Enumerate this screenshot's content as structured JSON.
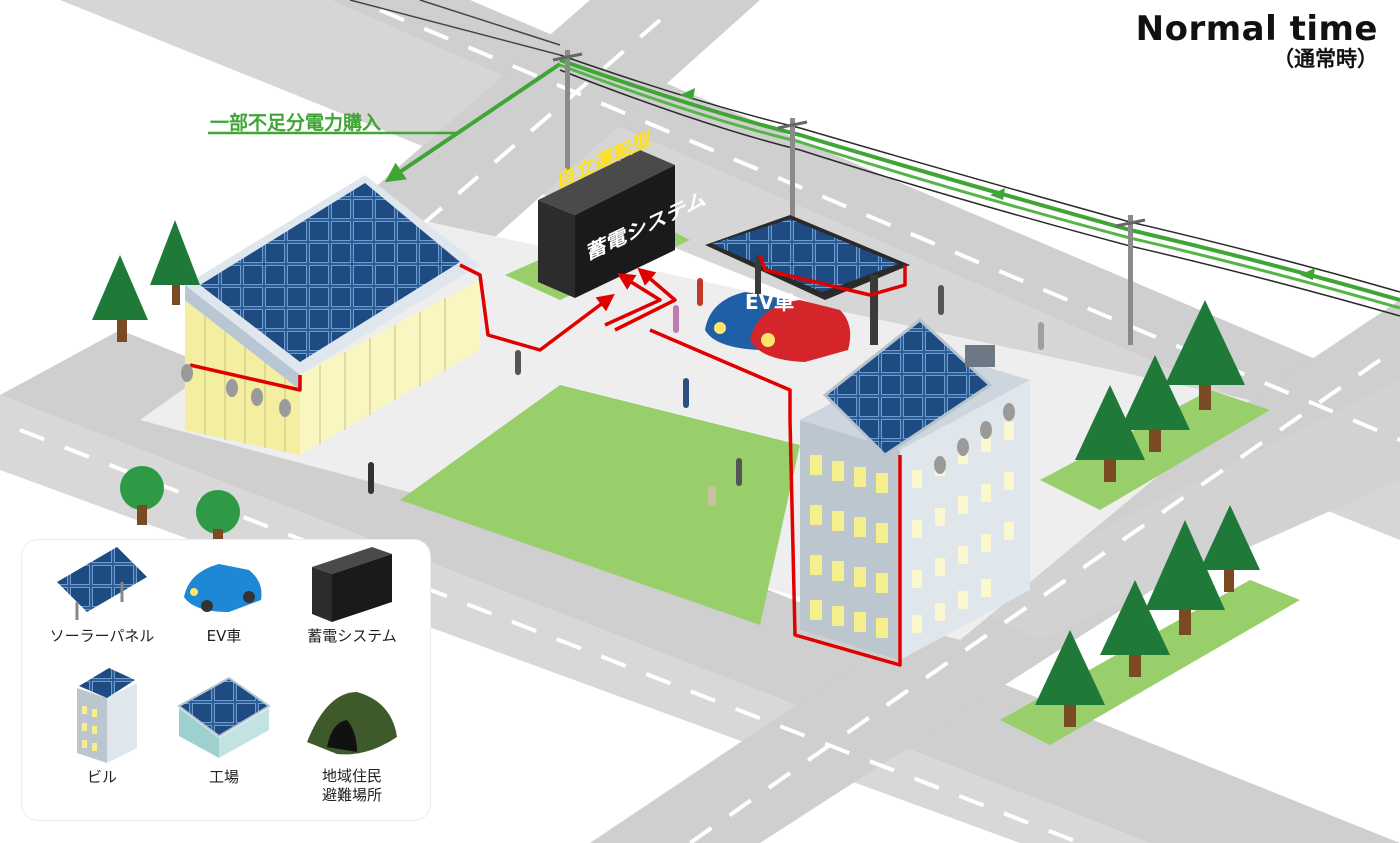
{
  "title": {
    "main": "Normal time",
    "sub": "（通常時）"
  },
  "labels": {
    "grid_purchase": "一部不足分電力購入",
    "storage_mode": "自立運転型",
    "storage_name": "蓄電システム",
    "ev_label": "EV車"
  },
  "legend": {
    "items": [
      {
        "icon": "solar-panel-icon",
        "label": "ソーラーパネル"
      },
      {
        "icon": "ev-car-icon",
        "label": "EV車"
      },
      {
        "icon": "storage-system-icon",
        "label": "蓄電システム"
      },
      {
        "icon": "building-icon",
        "label": "ビル"
      },
      {
        "icon": "factory-icon",
        "label": "工場"
      },
      {
        "icon": "evacuation-tent-icon",
        "label": "地域住民\n避難場所"
      }
    ]
  },
  "colors": {
    "grid_flow": "#3fa535",
    "power_line": "#e10000",
    "solar": "#1f4f86",
    "road": "#c8c8c8",
    "park": "#98cf6a"
  }
}
